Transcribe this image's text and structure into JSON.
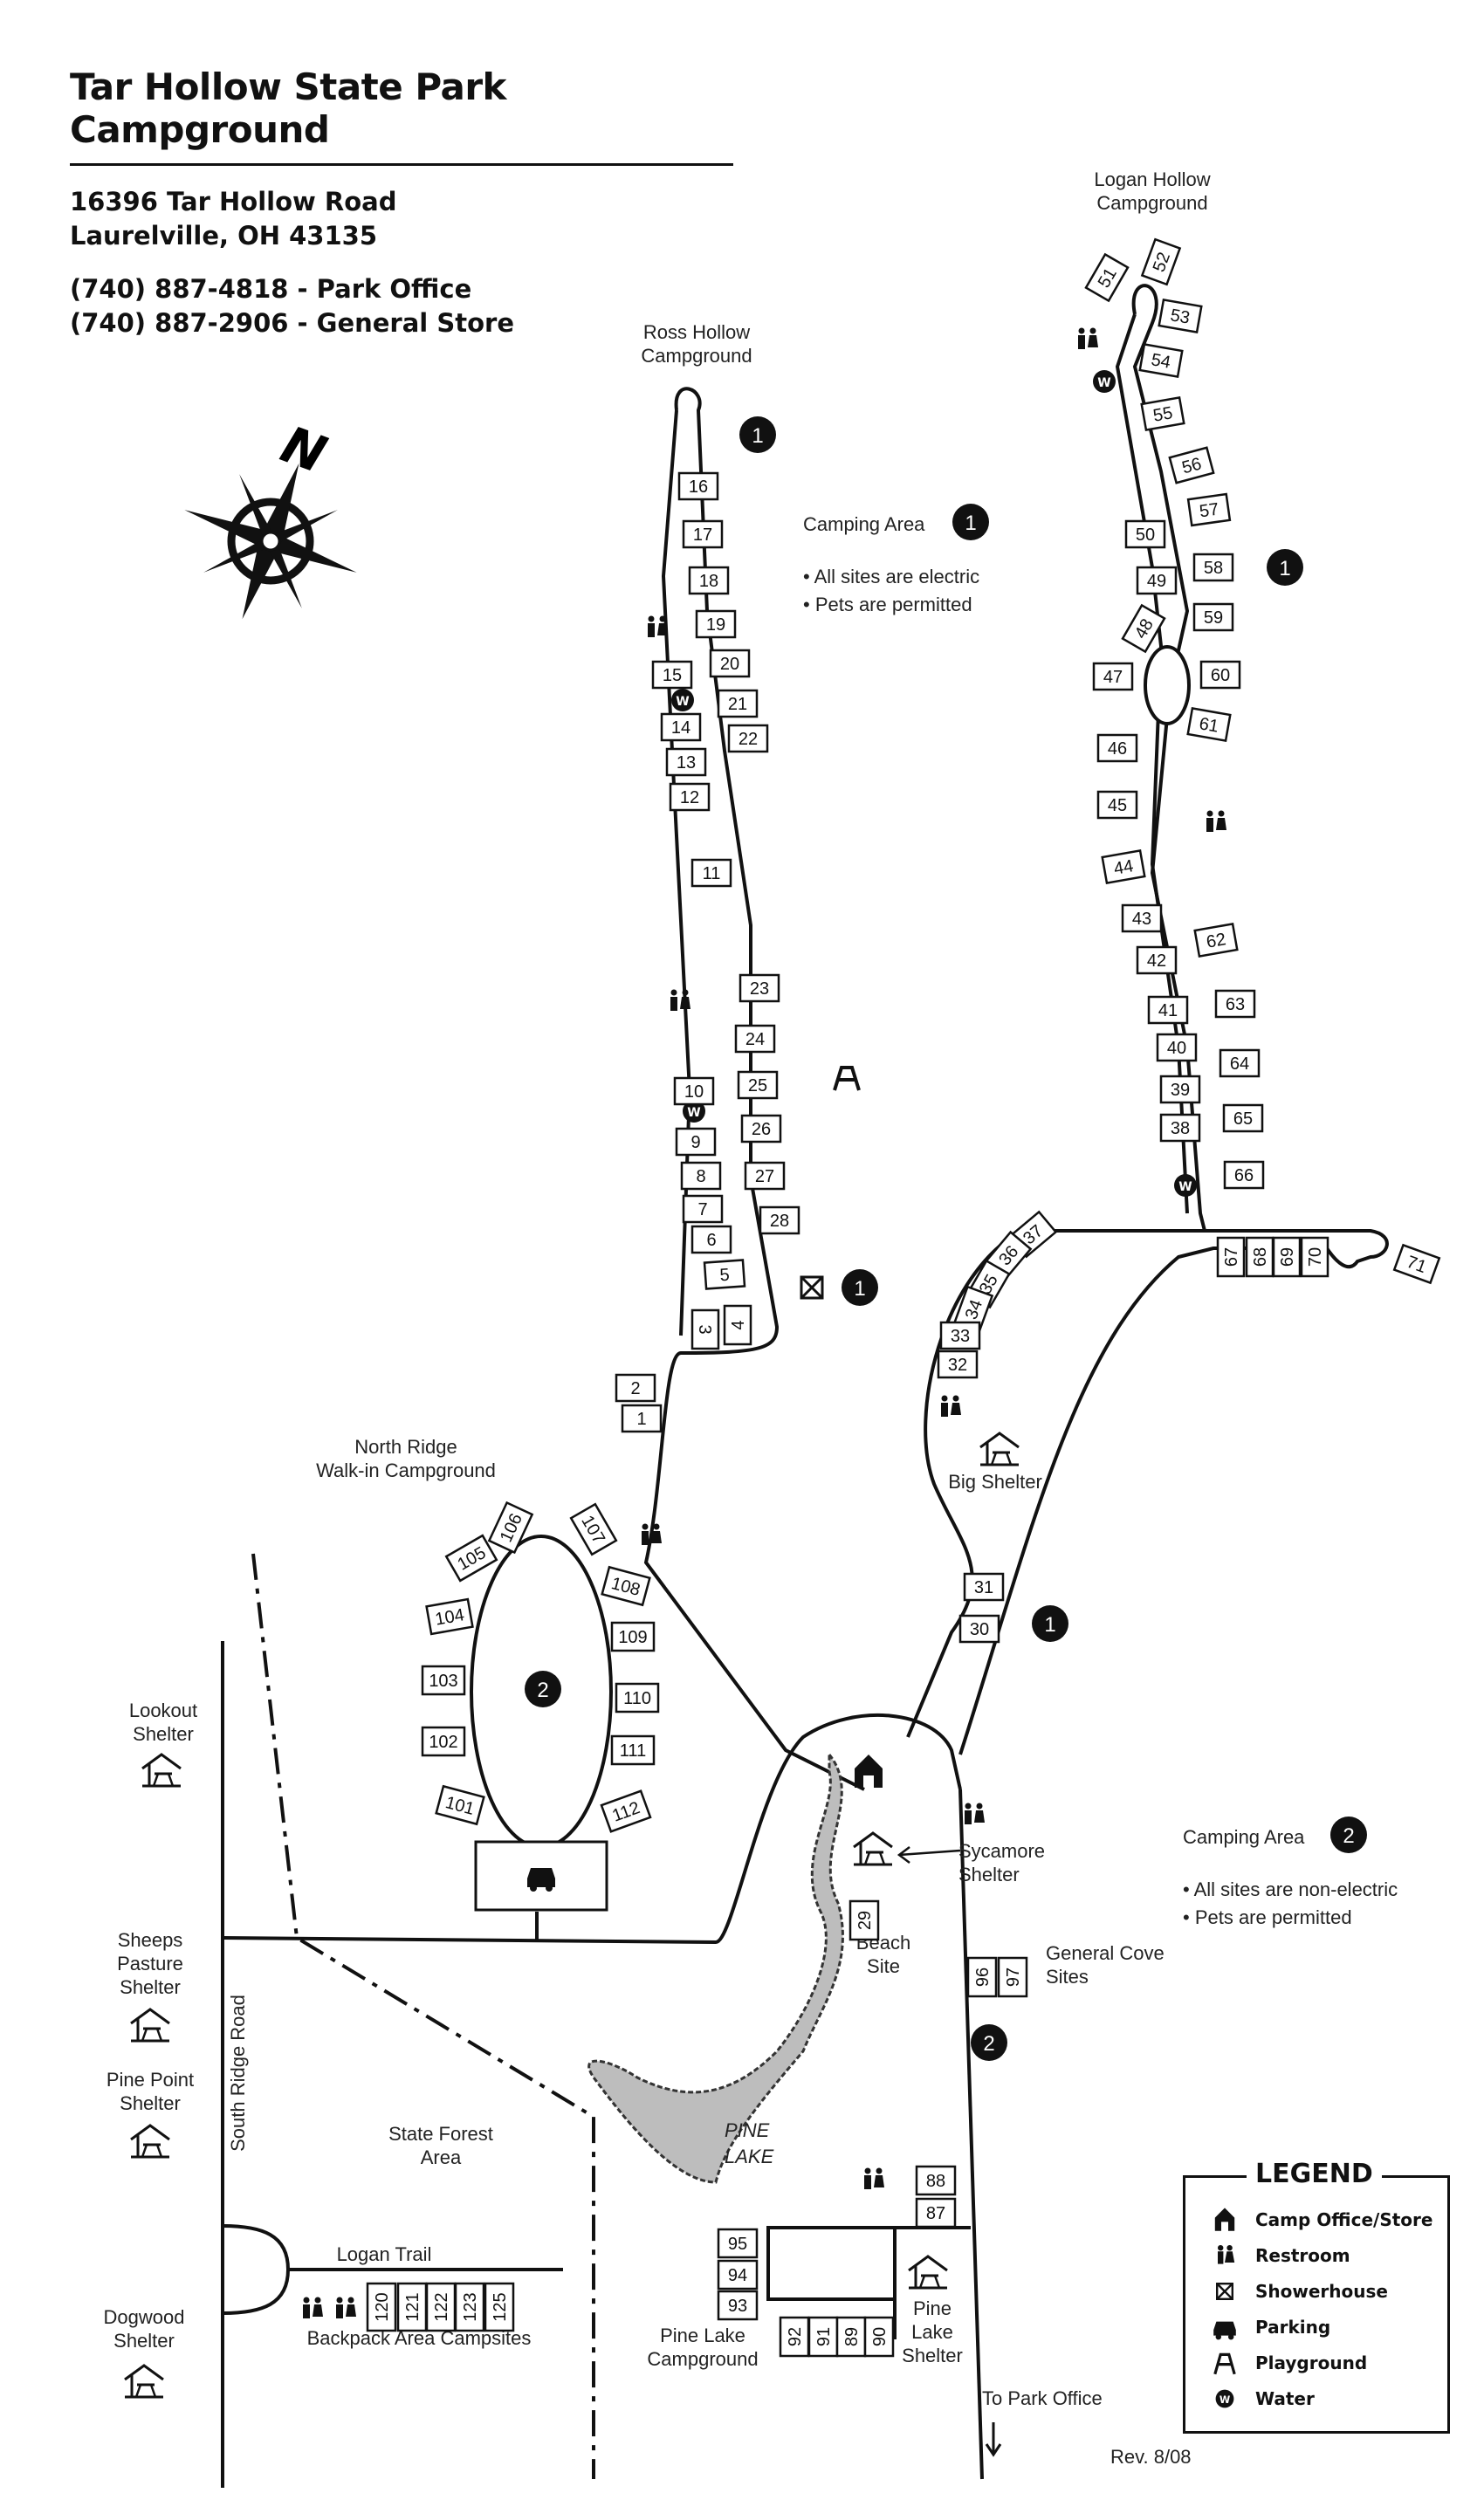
{
  "header": {
    "title": "Tar Hollow State Park Campground",
    "address_line1": "16396 Tar Hollow Road",
    "address_line2": "Laurelville, OH 43135",
    "phone_office": "(740) 887-4818 - Park Office",
    "phone_store": "(740) 887-2906 - General Store"
  },
  "compass": {
    "label": "N"
  },
  "areas": {
    "ross_hollow": [
      "Ross Hollow",
      "Campground"
    ],
    "logan_hollow": [
      "Logan Hollow",
      "Campground"
    ],
    "north_ridge": [
      "North Ridge",
      "Walk-in Campground"
    ],
    "pine_lake_cg": [
      "Pine Lake",
      "Campground"
    ],
    "backpack": "Backpack Area Campsites",
    "logan_trail": "Logan Trail",
    "state_forest": [
      "State Forest",
      "Area"
    ],
    "south_ridge_road": "South Ridge Road",
    "pine_lake_water": [
      "PINE",
      "LAKE"
    ],
    "beach_site": [
      "Beach",
      "Site"
    ],
    "general_cove": [
      "General Cove",
      "Sites"
    ],
    "to_park_office": "To Park Office"
  },
  "shelters": {
    "big": "Big Shelter",
    "sycamore": [
      "Sycamore",
      "Shelter"
    ],
    "lookout": [
      "Lookout",
      "Shelter"
    ],
    "sheeps_pasture": [
      "Sheeps",
      "Pasture",
      "Shelter"
    ],
    "pine_point": [
      "Pine Point",
      "Shelter"
    ],
    "dogwood": [
      "Dogwood",
      "Shelter"
    ],
    "pine_lake": [
      "Pine",
      "Lake",
      "Shelter"
    ]
  },
  "camping_area_1": {
    "title": "Camping Area",
    "number": "1",
    "notes": [
      "• All sites are electric",
      "• Pets are permitted"
    ]
  },
  "camping_area_2": {
    "title": "Camping Area",
    "number": "2",
    "notes": [
      "• All sites are non-electric",
      "• Pets are permitted"
    ]
  },
  "markers": {
    "area1": "1",
    "area2": "2",
    "water": "W"
  },
  "sites": {
    "ross_left": [
      "16",
      "17",
      "18",
      "19",
      "20",
      "21",
      "22",
      "15",
      "14",
      "13",
      "12",
      "11",
      "23",
      "24",
      "25",
      "26",
      "27",
      "28",
      "10",
      "9",
      "8",
      "7",
      "6",
      "5",
      "3",
      "4",
      "2",
      "1"
    ],
    "logan": [
      "51",
      "52",
      "53",
      "54",
      "55",
      "56",
      "57",
      "50",
      "49",
      "58",
      "59",
      "48",
      "47",
      "60",
      "61",
      "46",
      "45",
      "44",
      "43",
      "62",
      "42",
      "41",
      "63",
      "40",
      "64",
      "39",
      "65",
      "38",
      "66",
      "67",
      "68",
      "69",
      "70",
      "71"
    ],
    "big_loop": [
      "37",
      "36",
      "35",
      "34",
      "33",
      "32",
      "31",
      "30"
    ],
    "north_ridge": [
      "106",
      "107",
      "105",
      "108",
      "104",
      "109",
      "103",
      "110",
      "102",
      "111",
      "101",
      "112"
    ],
    "misc": [
      "29",
      "96",
      "97",
      "88",
      "87",
      "95",
      "94",
      "93",
      "92",
      "91",
      "89",
      "90"
    ],
    "backpack": [
      "120",
      "121",
      "122",
      "123",
      "125"
    ]
  },
  "legend": {
    "title": "LEGEND",
    "items": [
      {
        "icon": "camp-office-icon",
        "label": "Camp Office/Store"
      },
      {
        "icon": "restroom-icon",
        "label": "Restroom"
      },
      {
        "icon": "showerhouse-icon",
        "label": "Showerhouse"
      },
      {
        "icon": "parking-icon",
        "label": "Parking"
      },
      {
        "icon": "playground-icon",
        "label": "Playground"
      },
      {
        "icon": "water-icon",
        "label": "Water"
      }
    ]
  },
  "revision": "Rev. 8/08"
}
